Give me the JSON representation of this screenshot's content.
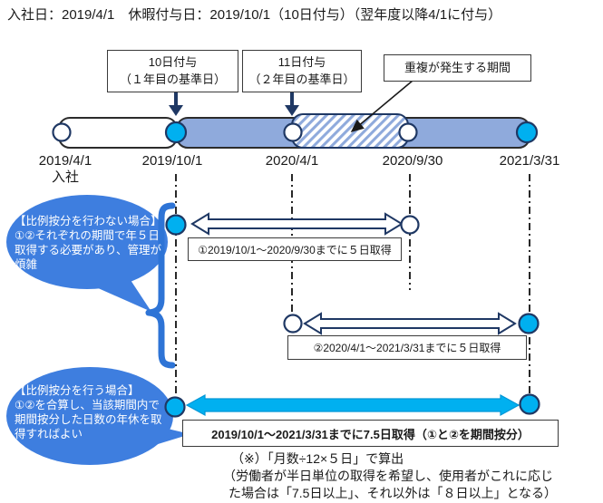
{
  "header": {
    "text": "入社日：2019/4/1　休暇付与日：2019/10/1（10日付与）（翌年度以降4/1に付与）"
  },
  "callout_boxes": {
    "year1_grant": {
      "line1": "10日付与",
      "line2": "（１年目の基準日）"
    },
    "year2_grant": {
      "line1": "11日付与",
      "line2": "（２年目の基準日）"
    },
    "overlap": {
      "label": "重複が発生する期間"
    }
  },
  "timeline": {
    "dates": [
      {
        "label": "2019/4/1",
        "sublabel": "入社"
      },
      {
        "label": "2019/10/1",
        "sublabel": ""
      },
      {
        "label": "2020/4/1",
        "sublabel": ""
      },
      {
        "label": "2020/9/30",
        "sublabel": ""
      },
      {
        "label": "2021/3/31",
        "sublabel": ""
      }
    ]
  },
  "bubbles": {
    "no_proration": {
      "lines": [
        "【比例按分を行わない場合】",
        "①②それぞれの期間で年５日",
        "取得する必要があり、管理が",
        "煩雑"
      ]
    },
    "proration": {
      "lines": [
        "【比例按分を行う場合】",
        "①②を合算し、当該期間内で",
        "期間按分した日数の年休を取",
        "得すればよい"
      ]
    }
  },
  "period_labels": {
    "period1": "①2019/10/1～2020/9/30までに５日取得",
    "period2": "②2020/4/1～2021/3/31までに５日取得",
    "combined": "2019/10/1～2021/3/31までに7.5日取得（①と②を期間按分）"
  },
  "footnotes": [
    "（※）「月数÷12×５日」で算出",
    "（労働者が半日単位の取得を希望し、使用者がこれに応じ",
    "た場合は「7.5日以上」、それ以外は「８日以上」となる）"
  ],
  "colors": {
    "bar_blue": "#8FAADC",
    "cyan": "#00B0F0",
    "navy": "#1F3864",
    "bubble_blue": "#3E7EDF",
    "brace_blue": "#2E74D6"
  }
}
